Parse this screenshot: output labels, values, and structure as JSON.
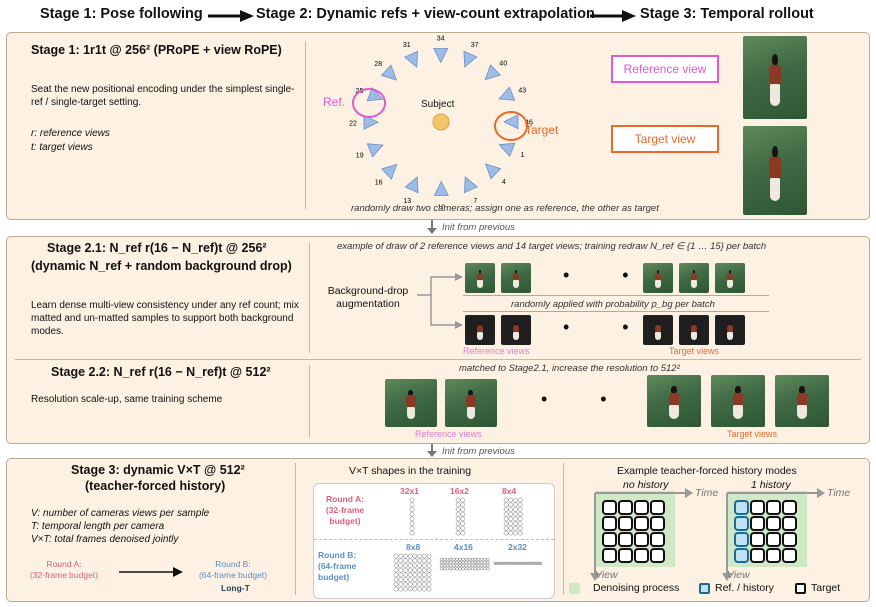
{
  "header": {
    "stage1": "Stage 1: Pose following",
    "stage2": "Stage 2: Dynamic refs + view-count extrapolation",
    "stage3": "Stage 3: Temporal rollout"
  },
  "panel1": {
    "title": "Stage 1: 1r1t @ 256² (PRoPE + view RoPE)",
    "desc": "Seat the new positional encoding under the simplest single-ref / single-target setting.",
    "r_def": "r: reference views",
    "t_def": "t: target views",
    "camera_numbers": [
      "34",
      "37",
      "40",
      "43",
      "46",
      "1",
      "4",
      "7",
      "10",
      "13",
      "16",
      "19",
      "22",
      "25",
      "28",
      "31"
    ],
    "ref_label": "Ref.",
    "subject_label": "Subject",
    "target_label": "Target",
    "ref_view_label": "Reference view",
    "target_view_label": "Target view",
    "caption": "randomly draw two cameras; assign one as reference, the other as target"
  },
  "init1": "Init from previous",
  "panel2": {
    "title1": "Stage 2.1: N_ref r(16 − N_ref)t @ 256²",
    "title2": "(dynamic N_ref + random background drop)",
    "desc": "Learn dense multi-view consistency under any ref count; mix matted and un-matted samples to support both background modes.",
    "caption_top": "example of draw of 2 reference views and 14 target views; training redraw N_ref ∈ {1 … 15} per batch",
    "bg_drop": "Background-drop augmentation",
    "caption_mid": "randomly applied with probability p_bg per batch",
    "ref_views": "Reference views",
    "target_views": "Target views",
    "title22": "Stage 2.2: N_ref r(16 − N_ref)t @ 512²",
    "desc22": "Resolution scale-up, same training scheme",
    "caption22": "matched to Stage2.1, increase the resolution to 512²",
    "ref_views22": "Reference views",
    "target_views22": "Target views"
  },
  "init2": "Init from previous",
  "panel3": {
    "title1": "Stage 3: dynamic V×T @ 512²",
    "title2": "(teacher-forced history)",
    "v_def": "V: number of cameras views per sample",
    "t_def": "T: temporal length per camera",
    "vt_def": "V×T: total frames denoised jointly",
    "roundA_a": "Round A:",
    "roundA_b": "(32-frame budget)",
    "roundB_a": "Round B:",
    "roundB_b": "(64-frame budget)",
    "longT": "Long-T",
    "shapes_title": "V×T shapes in the training",
    "roundA_shapes": [
      "32x1",
      "16x2",
      "8x4"
    ],
    "roundB_shapes": [
      "8x8",
      "4x16",
      "2x32"
    ],
    "history_title": "Example teacher-forced history modes",
    "no_history": "no history",
    "one_history": "1 history",
    "time_label": "Time",
    "view_label": "View",
    "legend_denoise": "Denoising process",
    "legend_ref": "Ref. / history",
    "legend_target": "Target"
  },
  "colors": {
    "panel_bg": "#fcf1e2",
    "ref_pink": "#e05ad0",
    "target_orange": "#e8692a",
    "camera_blue": "#9dbde8",
    "round_pink": "#e0607c",
    "round_blue": "#5b8ec8",
    "denoise_green": "#cfe9c6"
  }
}
